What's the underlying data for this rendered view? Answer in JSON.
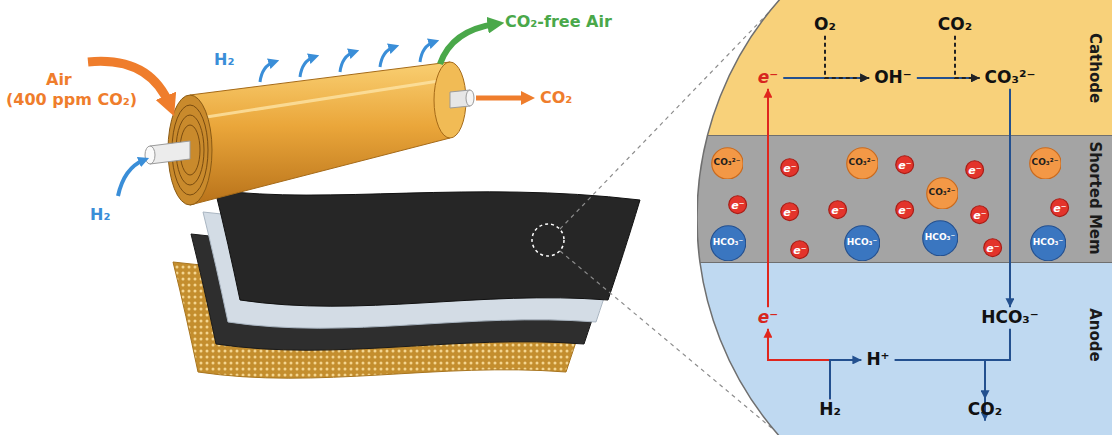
{
  "diagram": {
    "nodes": [
      {
        "text": [
          "Cathode"
        ]
      },
      {
        "text": [
          "O₂"
        ],
        "in": 0
      },
      {
        "text": [
          "CO₂"
        ],
        "in": 0
      },
      {
        "text": [
          "e⁻"
        ],
        "in": 0
      },
      {
        "text": [
          "OH⁻"
        ],
        "in": 0
      },
      {
        "text": [
          "CO₃²⁻"
        ],
        "in": 0
      },
      {
        "text": [
          "Shorted Mem"
        ]
      },
      {
        "text": [
          "CO₃²⁻"
        ],
        "in": 6
      },
      {
        "text": [
          "e⁻"
        ],
        "in": 6
      },
      {
        "text": [
          "CO₃²⁻"
        ],
        "in": 6
      },
      {
        "text": [
          "e⁻"
        ],
        "in": 6
      },
      {
        "text": [
          "e⁻"
        ],
        "in": 6
      },
      {
        "text": [
          "CO₃²⁻"
        ],
        "in": 6
      },
      {
        "text": [
          "e⁻"
        ],
        "in": 6
      },
      {
        "text": [
          "e⁻"
        ],
        "in": 6
      },
      {
        "text": [
          "e⁻"
        ],
        "in": 6
      },
      {
        "text": [
          "e⁻"
        ],
        "in": 6
      },
      {
        "text": [
          "CO₃²⁻"
        ],
        "in": 6
      },
      {
        "text": [
          "e⁻"
        ],
        "in": 6
      },
      {
        "text": [
          "e⁻"
        ],
        "in": 6
      },
      {
        "text": [
          "HCO₃⁻"
        ],
        "in": 6
      },
      {
        "text": [
          "e⁻"
        ],
        "in": 6
      },
      {
        "text": [
          "HCO₃⁻"
        ],
        "in": 6
      },
      {
        "text": [
          "HCO₃⁻"
        ],
        "in": 6
      },
      {
        "text": [
          "e⁻"
        ],
        "in": 6
      },
      {
        "text": [
          "HCO₃⁻"
        ],
        "in": 6
      },
      {
        "text": [
          "Anode"
        ]
      },
      {
        "text": [
          "e⁻"
        ],
        "in": 26
      },
      {
        "text": [
          "HCO₃⁻"
        ],
        "in": 26
      },
      {
        "text": [
          "H⁺"
        ],
        "in": 26
      },
      {
        "text": [
          "H₂"
        ],
        "in": 26
      },
      {
        "text": [
          "CO₂"
        ],
        "in": 26
      }
    ],
    "edges": [
      {
        "from": 3,
        "to": 4,
        "arrow": "to"
      },
      {
        "from": 1,
        "to": 4,
        "arrow": "to"
      },
      {
        "from": 4,
        "to": 5,
        "arrow": "to"
      },
      {
        "from": 2,
        "to": 5,
        "arrow": "to"
      },
      {
        "from": 5,
        "to": 28,
        "arrow": "to"
      },
      {
        "from": 30,
        "to": 27,
        "arrow": "to"
      },
      {
        "from": 30,
        "to": 29,
        "arrow": "to"
      },
      {
        "from": 29,
        "to": 31,
        "arrow": "to"
      },
      {
        "from": 28,
        "to": 31,
        "arrow": "to"
      },
      {
        "from": 27,
        "to": 3,
        "arrow": "to"
      }
    ],
    "labels": [
      "CO₂-free Air",
      "H₂",
      "Air",
      "(400 ppm CO₂)",
      "CO₂",
      "H₂"
    ]
  }
}
